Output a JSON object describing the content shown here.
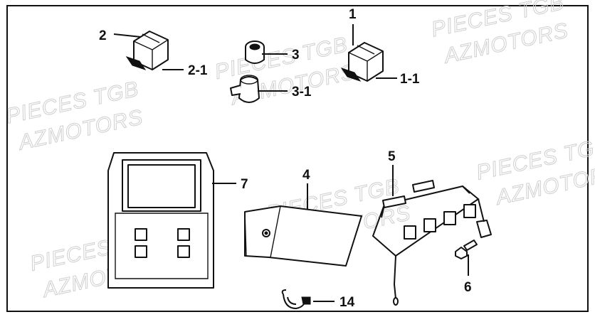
{
  "watermark": {
    "line1": "PIECES TGB",
    "line2": "AZMOTORS"
  },
  "callouts": [
    {
      "id": "1",
      "text": "1"
    },
    {
      "id": "1-1",
      "text": "1-1"
    },
    {
      "id": "2",
      "text": "2"
    },
    {
      "id": "2-1",
      "text": "2-1"
    },
    {
      "id": "3",
      "text": "3"
    },
    {
      "id": "3-1",
      "text": "3-1"
    },
    {
      "id": "4",
      "text": "4"
    },
    {
      "id": "5",
      "text": "5"
    },
    {
      "id": "6",
      "text": "6"
    },
    {
      "id": "7",
      "text": "7"
    },
    {
      "id": "14",
      "text": "14"
    }
  ]
}
